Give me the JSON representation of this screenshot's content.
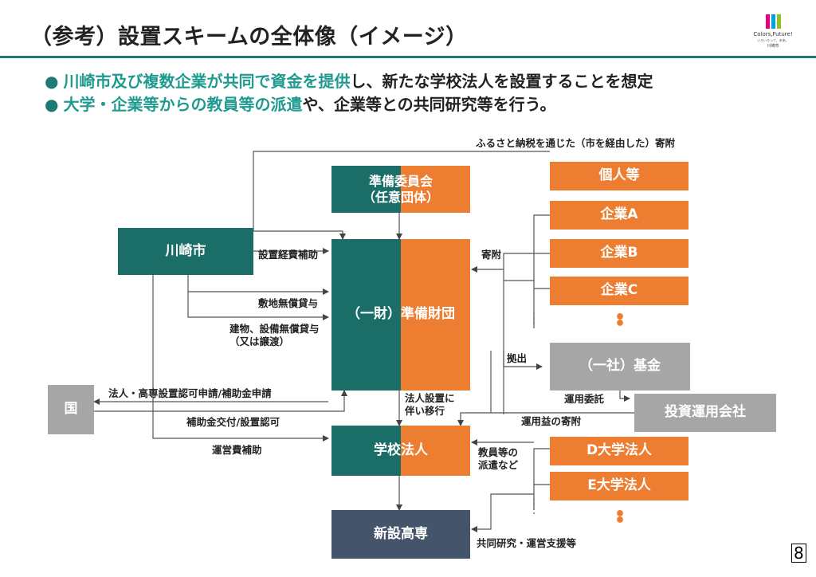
{
  "title": "（参考）設置スキームの全体像（イメージ）",
  "logo": {
    "text_line1": "Colors,Future!",
    "text_line2": "いろいろって、未来。",
    "text_line3": "川崎市"
  },
  "bullets": [
    {
      "hl": "川崎市及び複数企業が共同で資金を提供",
      "rest": "し、新たな学校法人を設置することを想定"
    },
    {
      "hl": "大学・企業等からの教員等の派遣",
      "rest": "や、企業等との共同研究等を行う。"
    }
  ],
  "boxes": {
    "kawasaki": "川崎市",
    "junbi_iinkai_1": "準備委員会",
    "junbi_iinkai_2": "（任意団体）",
    "zaidan": "（一財）準備財団",
    "kuni": "国",
    "gakko": "学校法人",
    "kosen": "新設高専",
    "kojin": "個人等",
    "kigyo_a": "企業A",
    "kigyo_b": "企業B",
    "kigyo_c": "企業C",
    "kikin": "（一社）基金",
    "toshi": "投資運用会社",
    "daigaku_d": "D大学法人",
    "daigaku_e": "E大学法人",
    "dots": "•"
  },
  "labels": {
    "furusato": "ふるさと納税を通じた（市を経由した）寄附",
    "setsubi_hojo": "設置経費補助",
    "kifu": "寄附",
    "shikichi": "敷地無償貸与",
    "tatemono_1": "建物、設備無償貸与",
    "tatemono_2": "（又は譲渡）",
    "kyoshutsu": "拠出",
    "shinsei": "法人・高専設置認可申請/補助金申請",
    "unyo_itaku": "運用委託",
    "hojokin_kofu": "補助金交付/設置認可",
    "iko_1": "法人設置に",
    "iko_2": "伴い移行",
    "unyoeki": "運用益の寄附",
    "uneihi": "運営費補助",
    "haken_1": "教員等の",
    "haken_2": "派遣など",
    "kyodo": "共同研究・運営支援等"
  },
  "page_number": "8",
  "colors": {
    "teal": "#1b6e68",
    "orange": "#ed7d31",
    "gray": "#a6a6a6",
    "navy": "#44546a",
    "accent": "#1e9a8f"
  }
}
